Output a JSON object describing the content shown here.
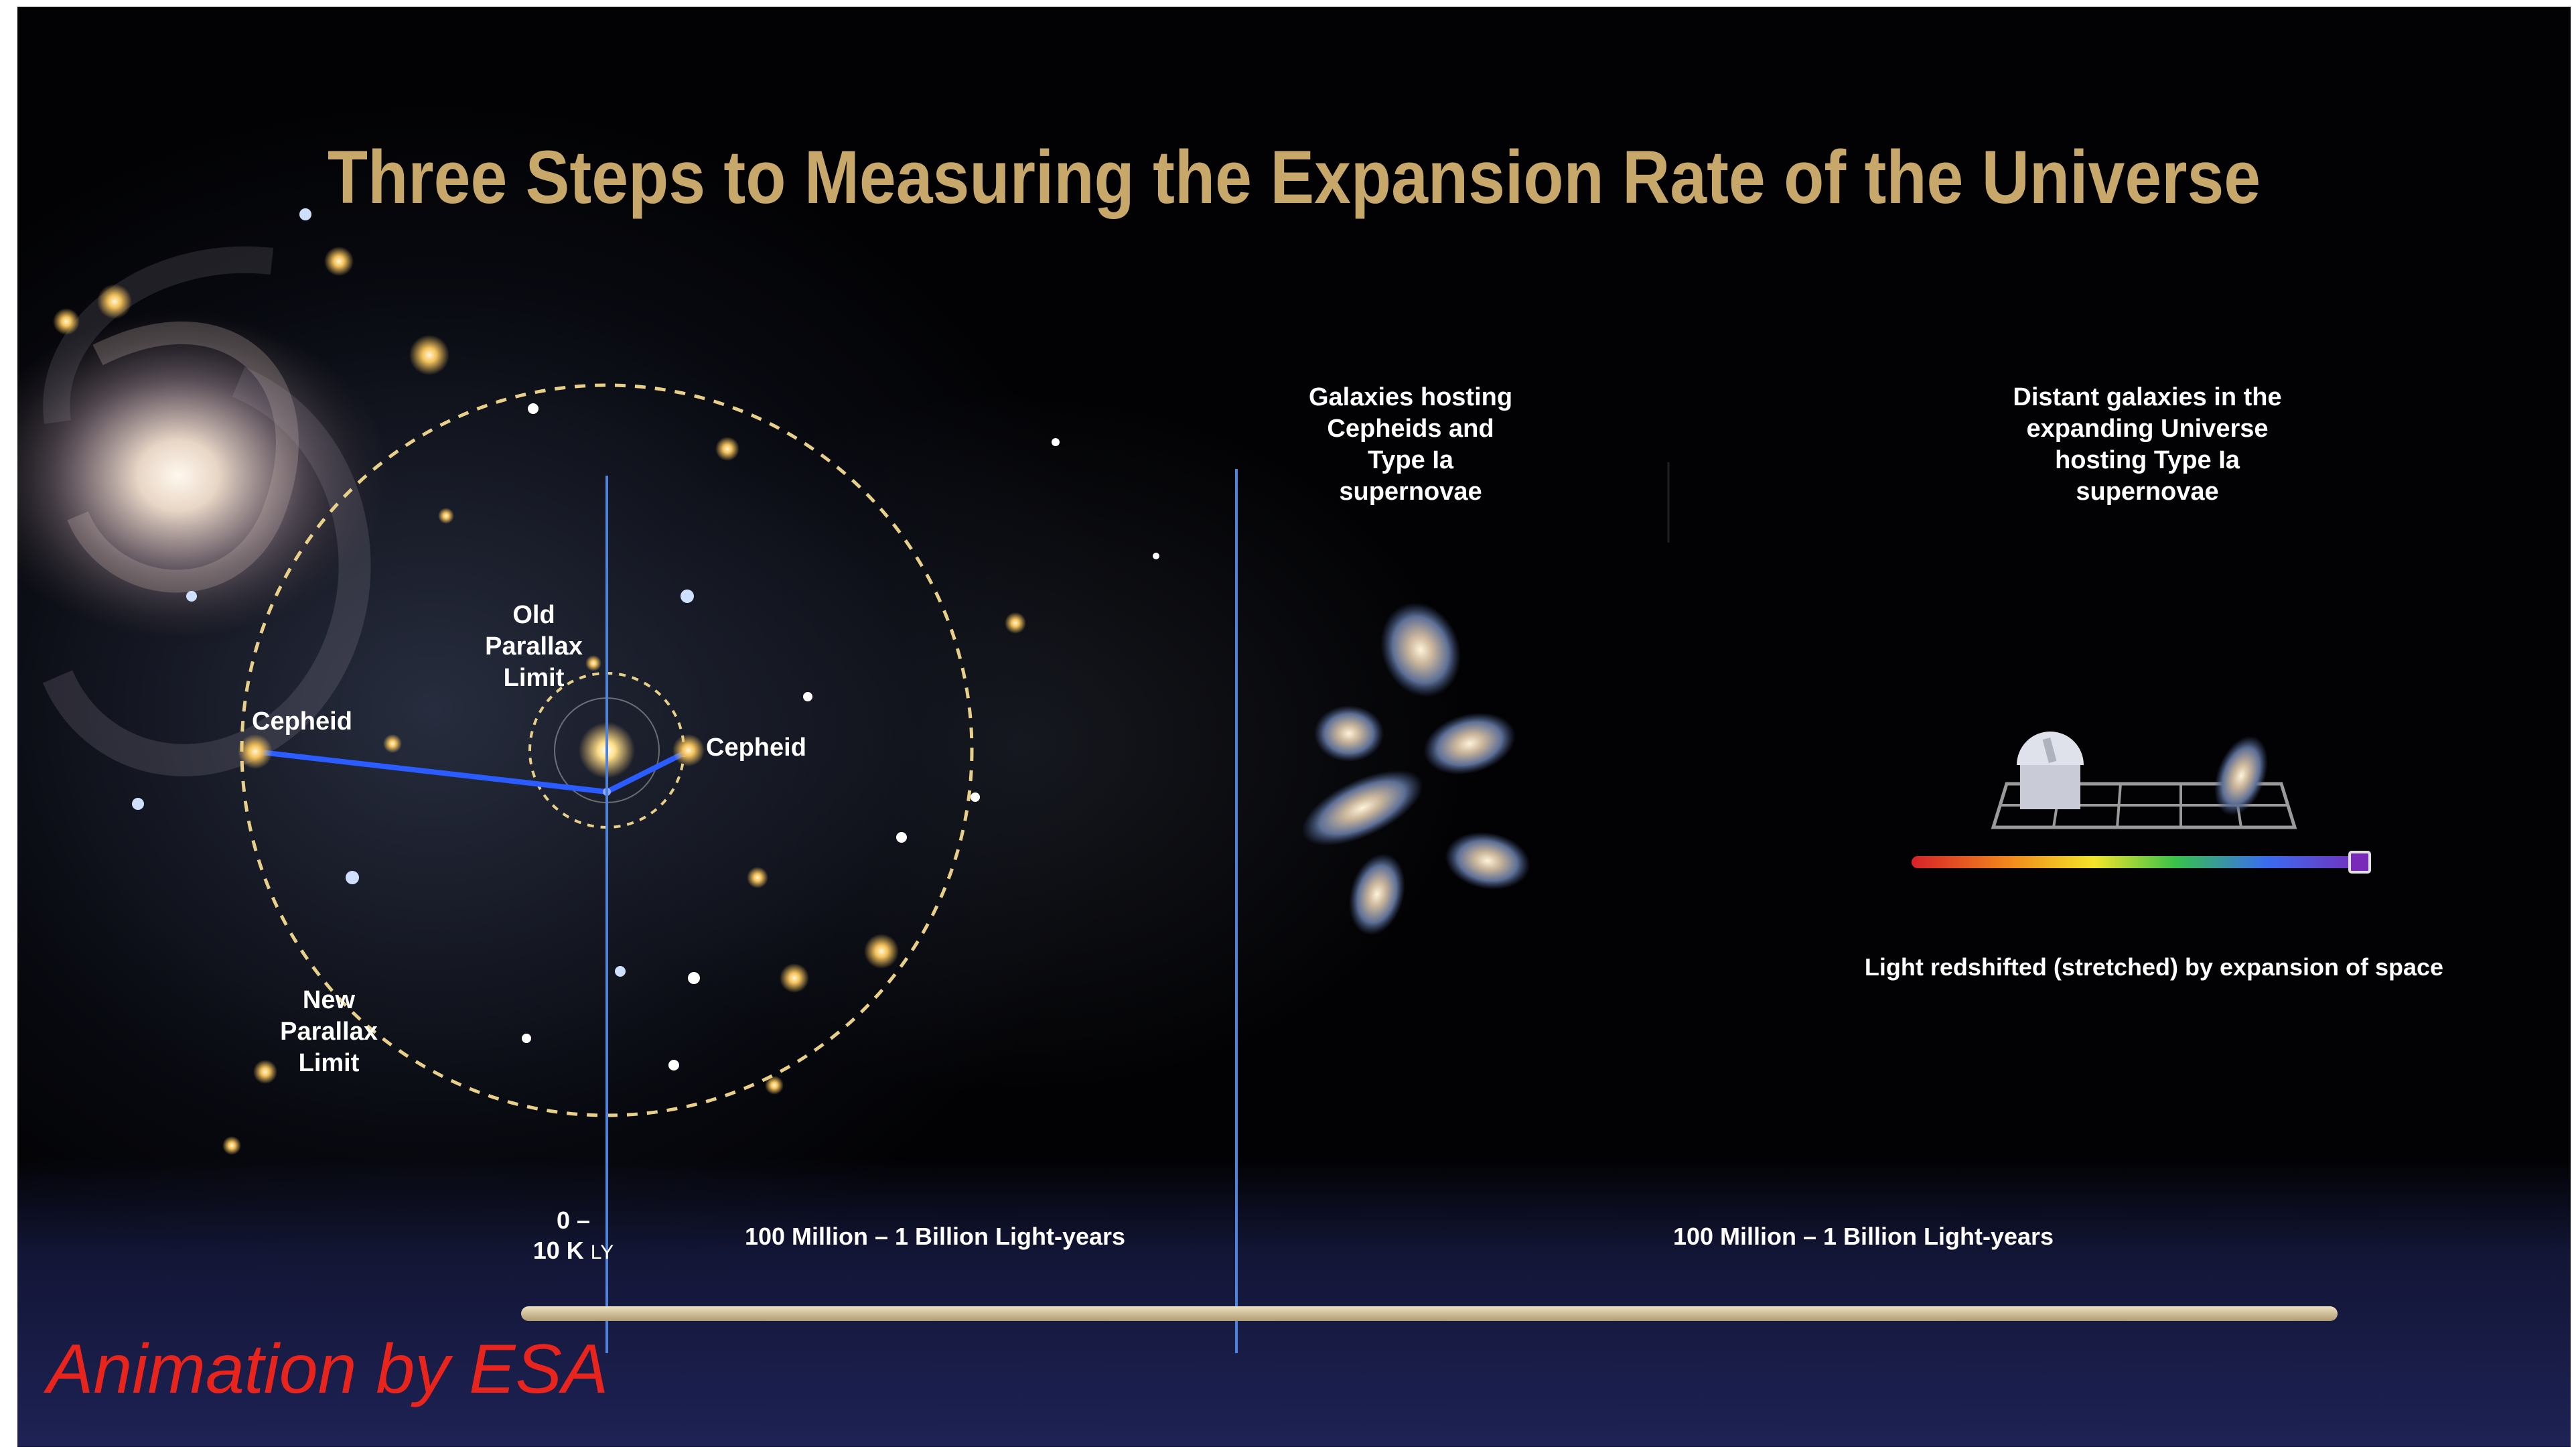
{
  "title": "Three Steps to Measuring the Expansion Rate of the Universe",
  "step1": {
    "old_parallax_limit": "Old\nParallax\nLimit",
    "new_parallax_limit": "New\nParallax\nLimit",
    "cepheid_left": "Cepheid",
    "cepheid_right": "Cepheid",
    "distance_label_line1": "0 –",
    "distance_label_line2": "10 K",
    "distance_unit": "LY"
  },
  "step2": {
    "heading": "Galaxies hosting\nCepheids and\nType Ia\nsupernovae",
    "distance_label": "100 Million – 1 Billion Light-years"
  },
  "step3": {
    "heading": "Distant galaxies in the\nexpanding Universe\nhosting Type Ia\nsupernovae",
    "redshift_caption": "Light redshifted (stretched) by expansion of space",
    "distance_label": "100 Million – 1 Billion Light-years"
  },
  "credit": "Animation by ESA",
  "colors": {
    "title": "#c8a86a",
    "credit": "#e8241c",
    "parallax_line": "#2a5cff",
    "dashed_circle": "#e8d08a",
    "bottom_band": "#1e2255",
    "distance_bar": "#d9c6a0"
  }
}
